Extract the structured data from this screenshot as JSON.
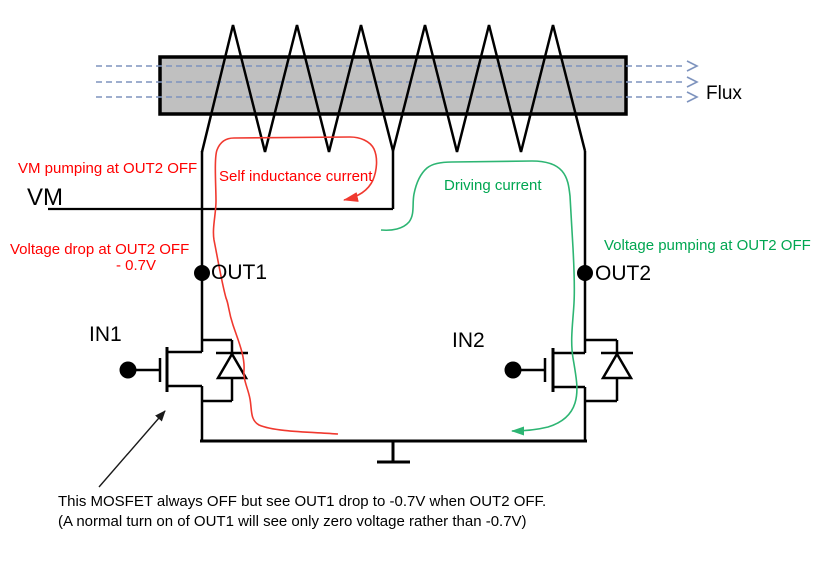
{
  "labels": {
    "flux": "Flux",
    "vm": "VM",
    "out1": "OUT1",
    "out2": "OUT2",
    "in1": "IN1",
    "in2": "IN2"
  },
  "annotations": {
    "vm_pumping": "VM pumping at OUT2 OFF",
    "self_inductance_current": "Self inductance current",
    "voltage_drop_line1": "Voltage drop at OUT2 OFF",
    "voltage_drop_line2": "- 0.7V",
    "driving_current": "Driving current",
    "voltage_pumping": "Voltage pumping at OUT2 OFF",
    "note_line1": "This MOSFET always OFF but see OUT1 drop to -0.7V when OUT2 OFF.",
    "note_line2": "(A normal turn on of OUT1 will see only zero voltage rather than -0.7V)"
  },
  "colors": {
    "red_text": "#ff0000",
    "red_curve": "#f0392f",
    "green_text": "#00a651",
    "green_curve": "#2db573",
    "flux_blue": "#7e93be",
    "core_fill": "#c0c0c0",
    "wire_black": "#000000"
  }
}
